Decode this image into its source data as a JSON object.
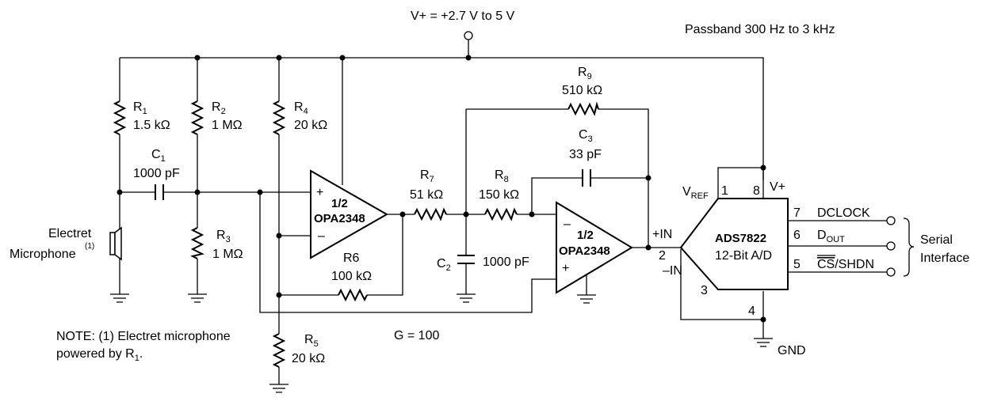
{
  "supply": {
    "label": "V+ = +2.7 V to 5 V"
  },
  "passband": {
    "label": "Passband 300 Hz to 3 kHz"
  },
  "gain": {
    "label": "G = 100"
  },
  "note": {
    "line1": "NOTE: (1) Electret microphone",
    "line2_prefix": "powered by R",
    "line2_sub": "1",
    "line2_suffix": "."
  },
  "microphone": {
    "line1": "Electret",
    "line2": "Microphone",
    "footnote": "(1)"
  },
  "resistors": {
    "R1": {
      "name": "R",
      "sub": "1",
      "value": "1.5 kΩ"
    },
    "R2": {
      "name": "R",
      "sub": "2",
      "value": "1 MΩ"
    },
    "R3": {
      "name": "R",
      "sub": "3",
      "value": "1 MΩ"
    },
    "R4": {
      "name": "R",
      "sub": "4",
      "value": "20 kΩ"
    },
    "R5": {
      "name": "R",
      "sub": "5",
      "value": "20 kΩ"
    },
    "R6": {
      "name": "R6",
      "value": "100 kΩ"
    },
    "R7": {
      "name": "R",
      "sub": "7",
      "value": "51 kΩ"
    },
    "R8": {
      "name": "R",
      "sub": "8",
      "value": "150 kΩ"
    },
    "R9": {
      "name": "R",
      "sub": "9",
      "value": "510 kΩ"
    }
  },
  "capacitors": {
    "C1": {
      "name": "C",
      "sub": "1",
      "value": "1000 pF"
    },
    "C2": {
      "name": "C",
      "sub": "2",
      "value": "1000 pF"
    },
    "C3": {
      "name": "C",
      "sub": "3",
      "value": "33 pF"
    }
  },
  "opamps": {
    "U1": {
      "line1": "1/2",
      "line2": "OPA2348",
      "plus": "+",
      "minus": "–"
    },
    "U2": {
      "line1": "1/2",
      "line2": "OPA2348",
      "plus": "+",
      "minus": "–"
    }
  },
  "adc": {
    "name": "ADS7822",
    "desc": "12-Bit A/D",
    "vref": "V",
    "vref_sub": "REF",
    "vplus": "V+",
    "in_plus": "+IN",
    "in_minus": "–IN",
    "gnd": "GND",
    "pins": {
      "p1": "1",
      "p2": "2",
      "p3": "3",
      "p4": "4",
      "p5": "5",
      "p6": "6",
      "p7": "7",
      "p8": "8"
    },
    "dclock": "DCLOCK",
    "dout": "D",
    "dout_sub": "OUT",
    "cs": "CS",
    "shdn": "/SHDN"
  },
  "serial": {
    "line1": "Serial",
    "line2": "Interface"
  }
}
